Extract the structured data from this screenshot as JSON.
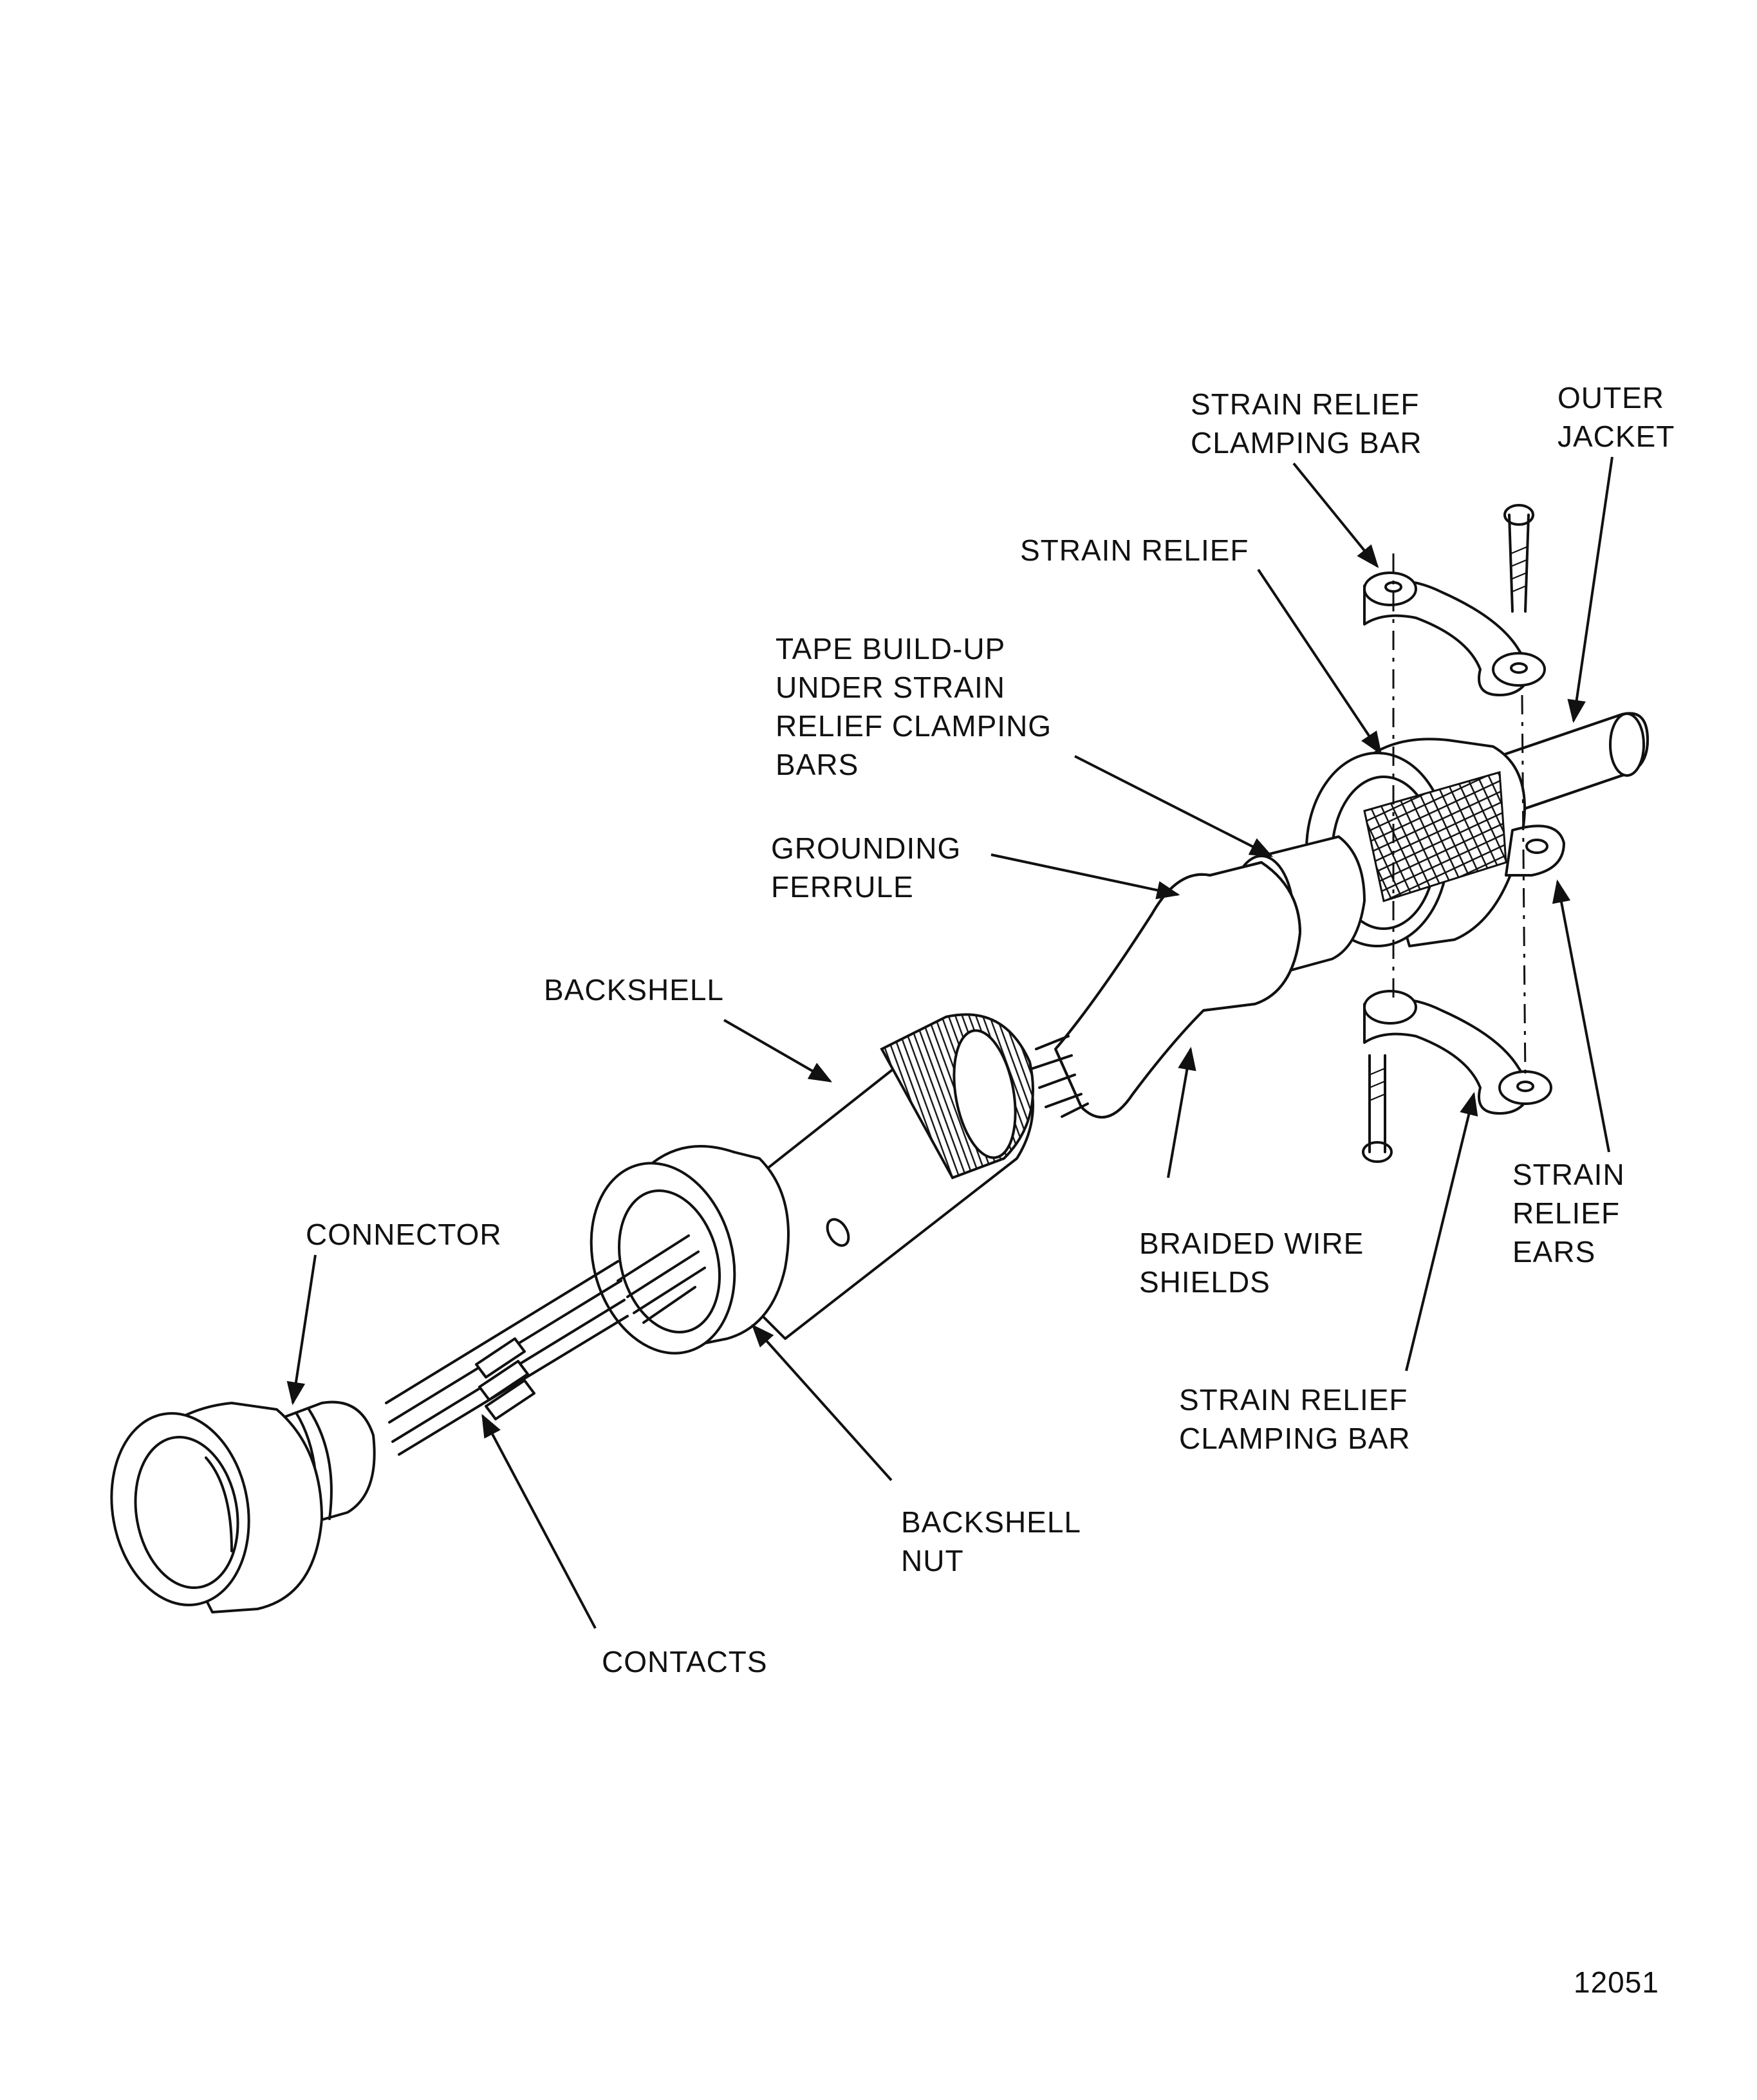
{
  "labels": {
    "strain_relief_clamping_bar_top": [
      "STRAIN RELIEF",
      "CLAMPING BAR"
    ],
    "outer_jacket": [
      "OUTER",
      "JACKET"
    ],
    "strain_relief": [
      "STRAIN RELIEF"
    ],
    "tape_buildup": [
      "TAPE BUILD-UP",
      "UNDER STRAIN",
      "RELIEF CLAMPING",
      "BARS"
    ],
    "grounding_ferrule": [
      "GROUNDING",
      "FERRULE"
    ],
    "backshell": [
      "BACKSHELL"
    ],
    "connector": [
      "CONNECTOR"
    ],
    "braided_wire_shields": [
      "BRAIDED WIRE",
      "SHIELDS"
    ],
    "strain_relief_ears": [
      "STRAIN",
      "RELIEF",
      "EARS"
    ],
    "strain_relief_clamping_bar_bottom": [
      "STRAIN RELIEF",
      "CLAMPING BAR"
    ],
    "backshell_nut": [
      "BACKSHELL",
      "NUT"
    ],
    "contacts": [
      "CONTACTS"
    ]
  },
  "figure_number": "12051"
}
